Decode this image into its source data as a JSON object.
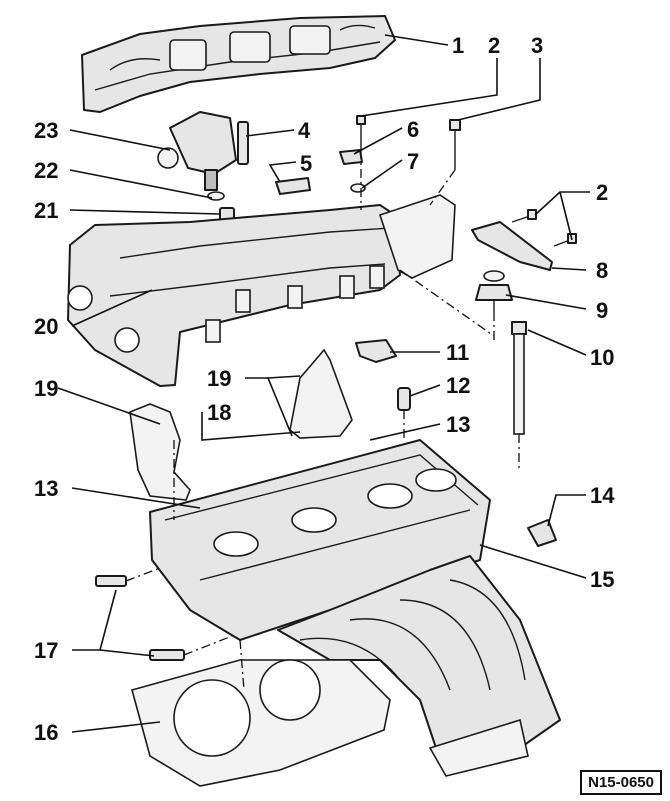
{
  "diagram": {
    "callouts": [
      {
        "id": "c1",
        "text": "1"
      },
      {
        "id": "c2a",
        "text": "2"
      },
      {
        "id": "c3",
        "text": "3"
      },
      {
        "id": "c4",
        "text": "4"
      },
      {
        "id": "c5",
        "text": "5"
      },
      {
        "id": "c6",
        "text": "6"
      },
      {
        "id": "c7",
        "text": "7"
      },
      {
        "id": "c2b",
        "text": "2"
      },
      {
        "id": "c8",
        "text": "8"
      },
      {
        "id": "c9",
        "text": "9"
      },
      {
        "id": "c10",
        "text": "10"
      },
      {
        "id": "c11",
        "text": "11"
      },
      {
        "id": "c12",
        "text": "12"
      },
      {
        "id": "c13a",
        "text": "13"
      },
      {
        "id": "c13b",
        "text": "13"
      },
      {
        "id": "c14",
        "text": "14"
      },
      {
        "id": "c15",
        "text": "15"
      },
      {
        "id": "c16",
        "text": "16"
      },
      {
        "id": "c17",
        "text": "17"
      },
      {
        "id": "c18",
        "text": "18"
      },
      {
        "id": "c19a",
        "text": "19"
      },
      {
        "id": "c19b",
        "text": "19"
      },
      {
        "id": "c20",
        "text": "20"
      },
      {
        "id": "c21",
        "text": "21"
      },
      {
        "id": "c22",
        "text": "22"
      },
      {
        "id": "c23",
        "text": "23"
      }
    ],
    "reference_code": "N15-0650"
  }
}
